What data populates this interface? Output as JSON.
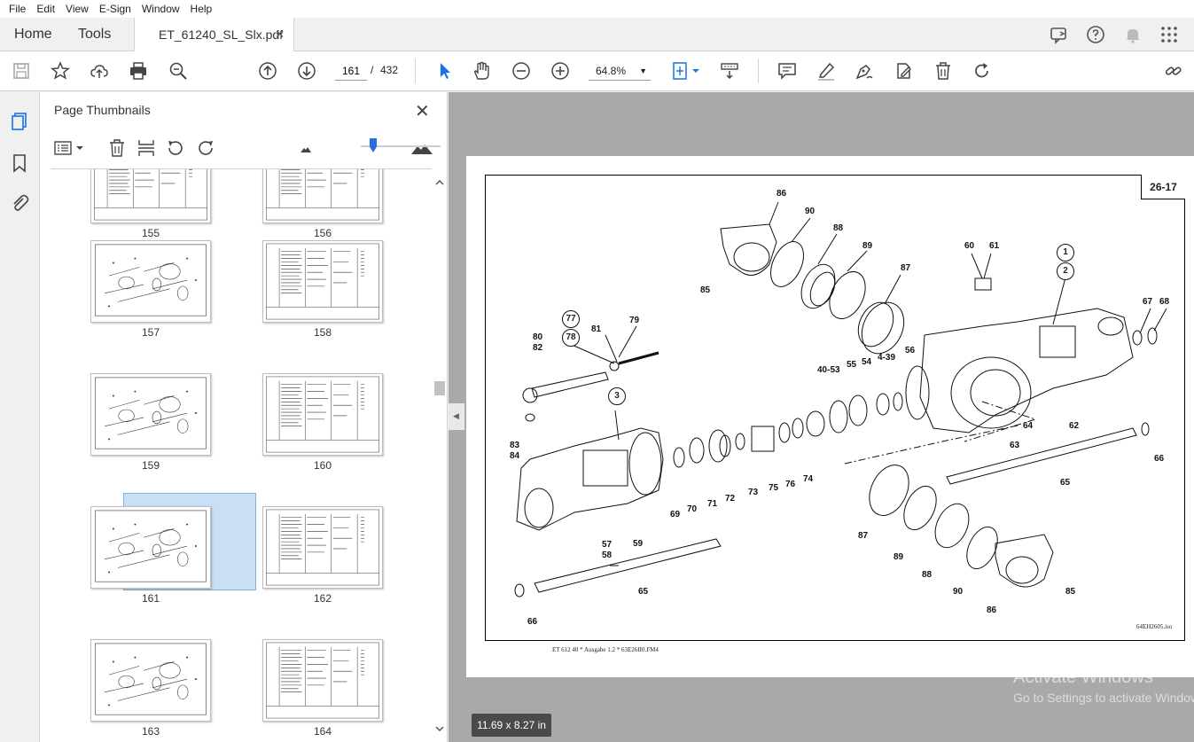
{
  "menu": [
    "File",
    "Edit",
    "View",
    "E-Sign",
    "Window",
    "Help"
  ],
  "tabs": {
    "home": "Home",
    "tools": "Tools",
    "document": "ET_61240_SL_Slx.pdf",
    "close": "✕"
  },
  "toolbar": {
    "current_page": "161",
    "page_separator": "/",
    "total_pages": "432",
    "zoom": "64.8%"
  },
  "panel": {
    "title": "Page Thumbnails",
    "close": "✕",
    "thumbnails": [
      {
        "label": "155",
        "kind": "table"
      },
      {
        "label": "156",
        "kind": "table"
      },
      {
        "label": "157",
        "kind": "drawing"
      },
      {
        "label": "158",
        "kind": "table"
      },
      {
        "label": "159",
        "kind": "drawing"
      },
      {
        "label": "160",
        "kind": "table"
      },
      {
        "label": "161",
        "kind": "drawing",
        "selected": true
      },
      {
        "label": "162",
        "kind": "table"
      },
      {
        "label": "163",
        "kind": "drawing"
      },
      {
        "label": "164",
        "kind": "table"
      }
    ]
  },
  "document": {
    "page_number": "26-17",
    "drawing_id": "64EH2605.iso",
    "footer": "ET 612 40 * Ausgabe 1.2 * 63E26II0.FM4",
    "callouts": [
      "86",
      "90",
      "88",
      "89",
      "87",
      "60",
      "61",
      "85",
      "67",
      "68",
      "77",
      "78",
      "80",
      "81",
      "82",
      "79",
      "40-53",
      "55",
      "54",
      "4-39",
      "56",
      "64",
      "62",
      "3",
      "83",
      "84",
      "63",
      "66",
      "65",
      "69",
      "70",
      "71",
      "72",
      "73",
      "75",
      "76",
      "74",
      "57",
      "58",
      "59",
      "87",
      "89",
      "88",
      "90",
      "86",
      "85",
      "65",
      "66"
    ],
    "circled_callouts": [
      "1",
      "2",
      "77",
      "78",
      "3"
    ]
  },
  "status": {
    "page_size": "11.69 x 8.27 in"
  },
  "watermark": {
    "title": "Activate Windows",
    "subtitle": "Go to Settings to activate Windows."
  }
}
